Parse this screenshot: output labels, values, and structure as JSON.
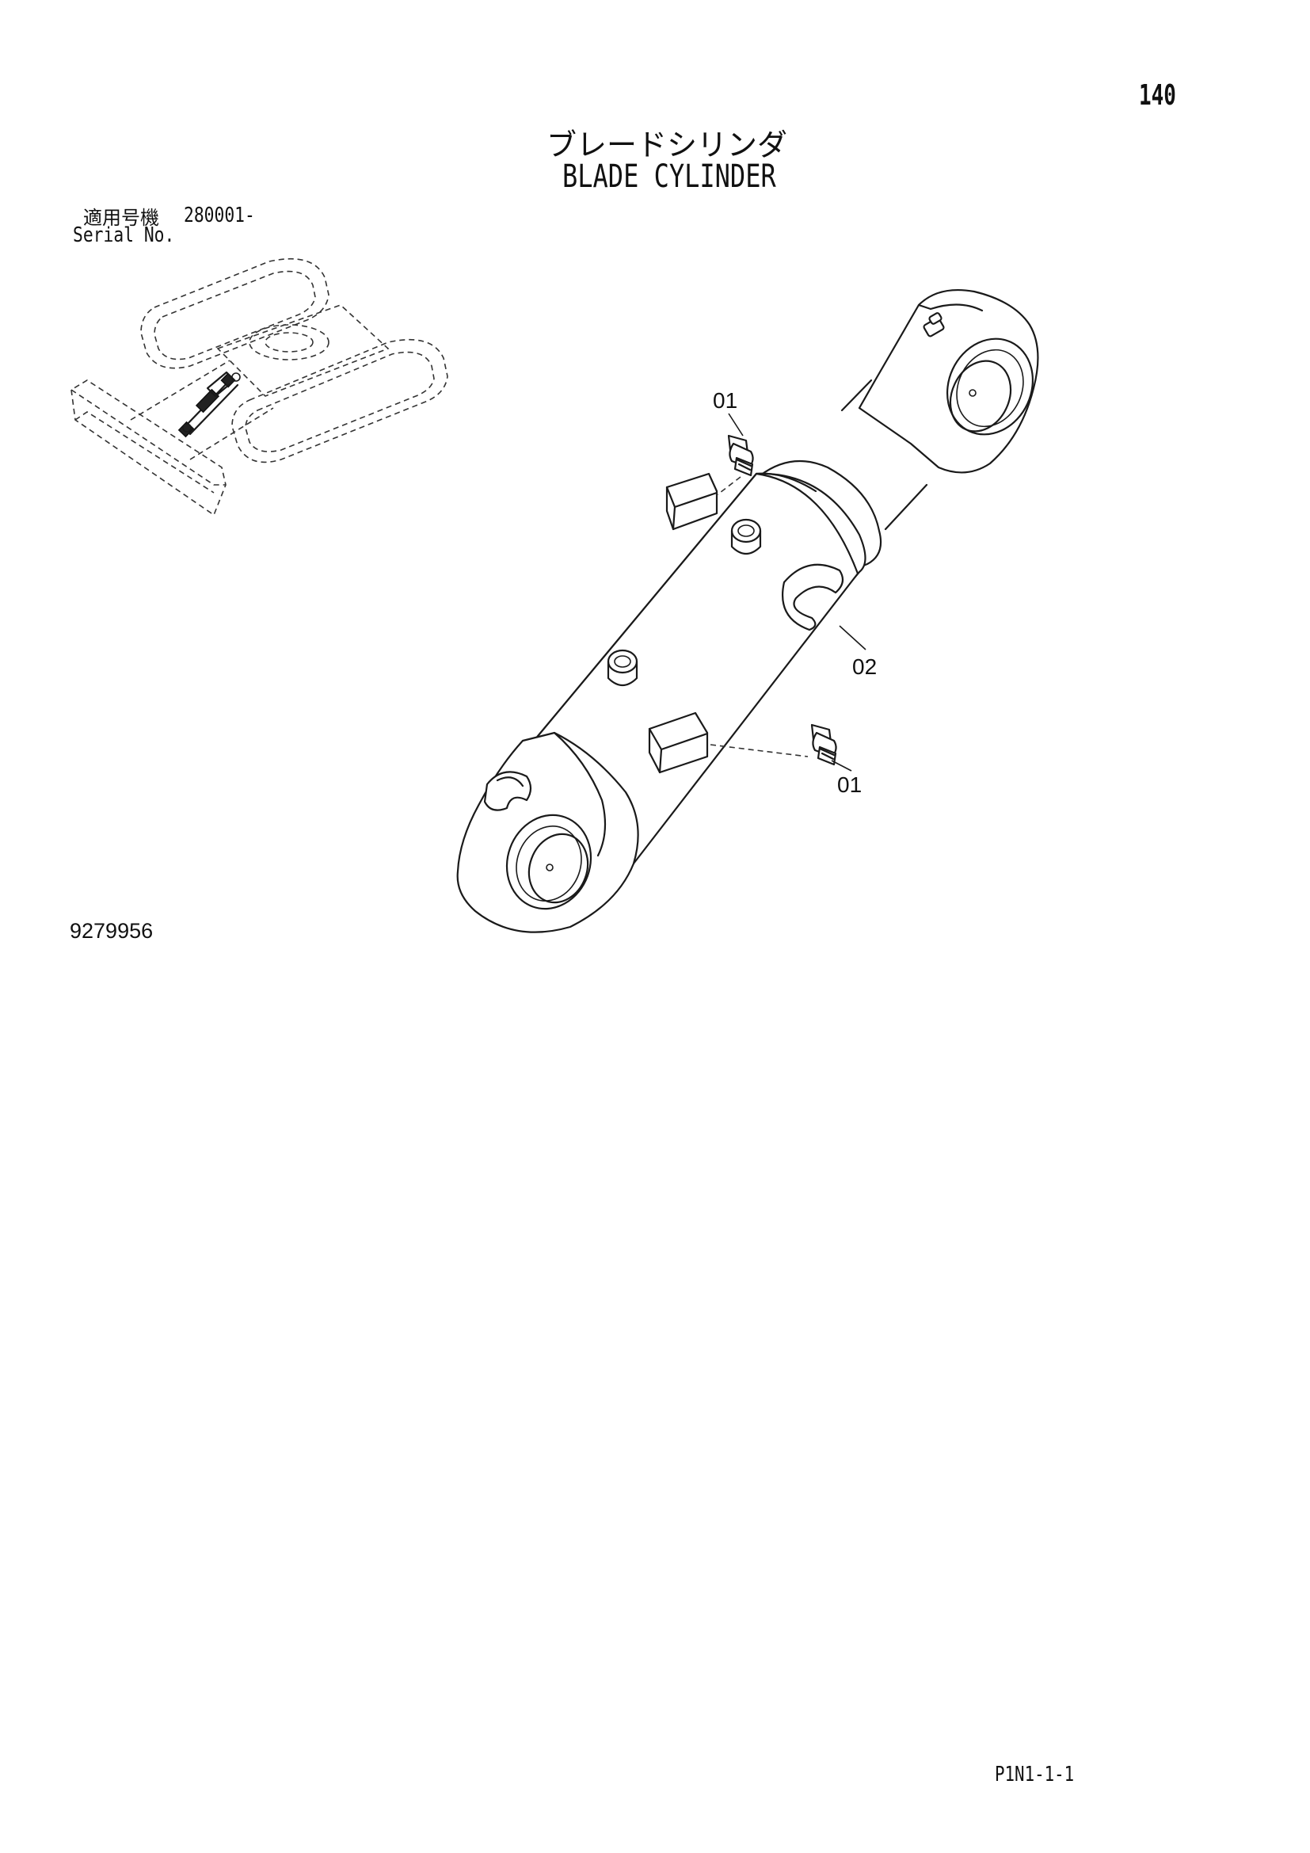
{
  "page": {
    "number": "140",
    "code": "P1N1-1-1"
  },
  "title": {
    "japanese": "ブレードシリンダ",
    "english": "BLADE CYLINDER"
  },
  "serial": {
    "label_ja": "適用号機",
    "label_en": "Serial No.",
    "range": "280001-"
  },
  "figure": {
    "number": "9279956"
  },
  "callouts": [
    {
      "label": "01",
      "part": "grease-fitting"
    },
    {
      "label": "02",
      "part": "cylinder"
    },
    {
      "label": "01",
      "part": "grease-fitting"
    }
  ],
  "colors": {
    "line": "#1a1a1a",
    "background": "#ffffff"
  }
}
